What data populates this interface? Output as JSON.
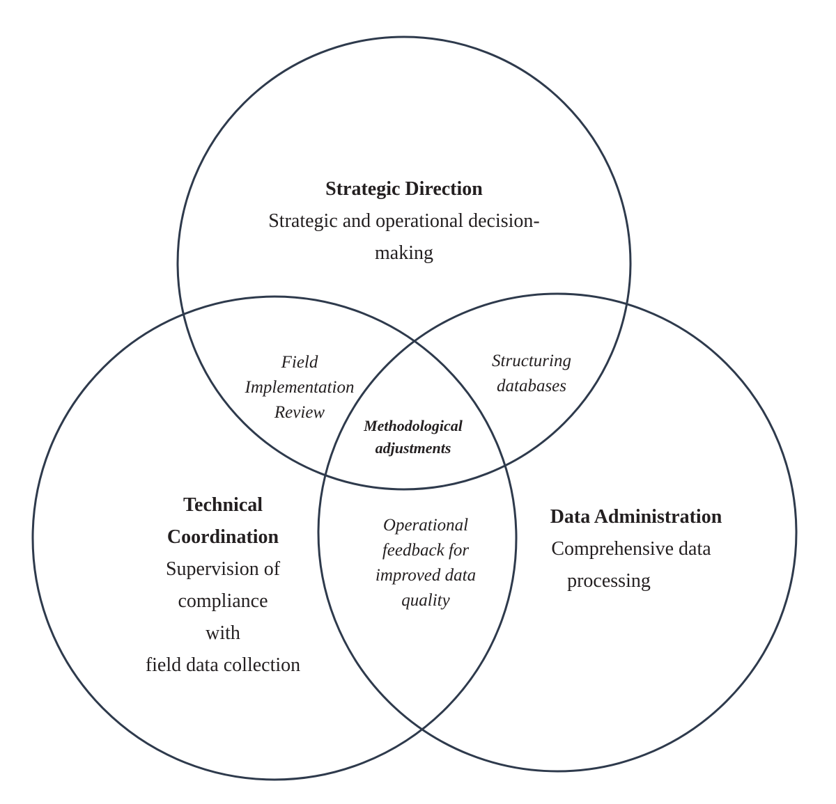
{
  "circles": {
    "strategic": {
      "title": "Strategic Direction",
      "description": [
        "Strategic and operational decision-",
        "making"
      ]
    },
    "technical": {
      "title": [
        "Technical",
        "Coordination"
      ],
      "description": [
        "Supervision of",
        "compliance",
        "with",
        "field data collection"
      ]
    },
    "data_admin": {
      "title": "Data Administration",
      "description": [
        "Comprehensive data",
        "processing"
      ]
    }
  },
  "overlaps": {
    "strategic_technical": [
      "Field",
      "Implementation",
      "Review"
    ],
    "strategic_data": [
      "Structuring",
      "databases"
    ],
    "technical_data": [
      "Operational",
      "feedback for",
      "improved data",
      "quality"
    ],
    "center": [
      "Methodological",
      "adjustments"
    ]
  },
  "colors": {
    "outline": "#2e3a4c",
    "text": "#231f20",
    "background": "#ffffff"
  }
}
